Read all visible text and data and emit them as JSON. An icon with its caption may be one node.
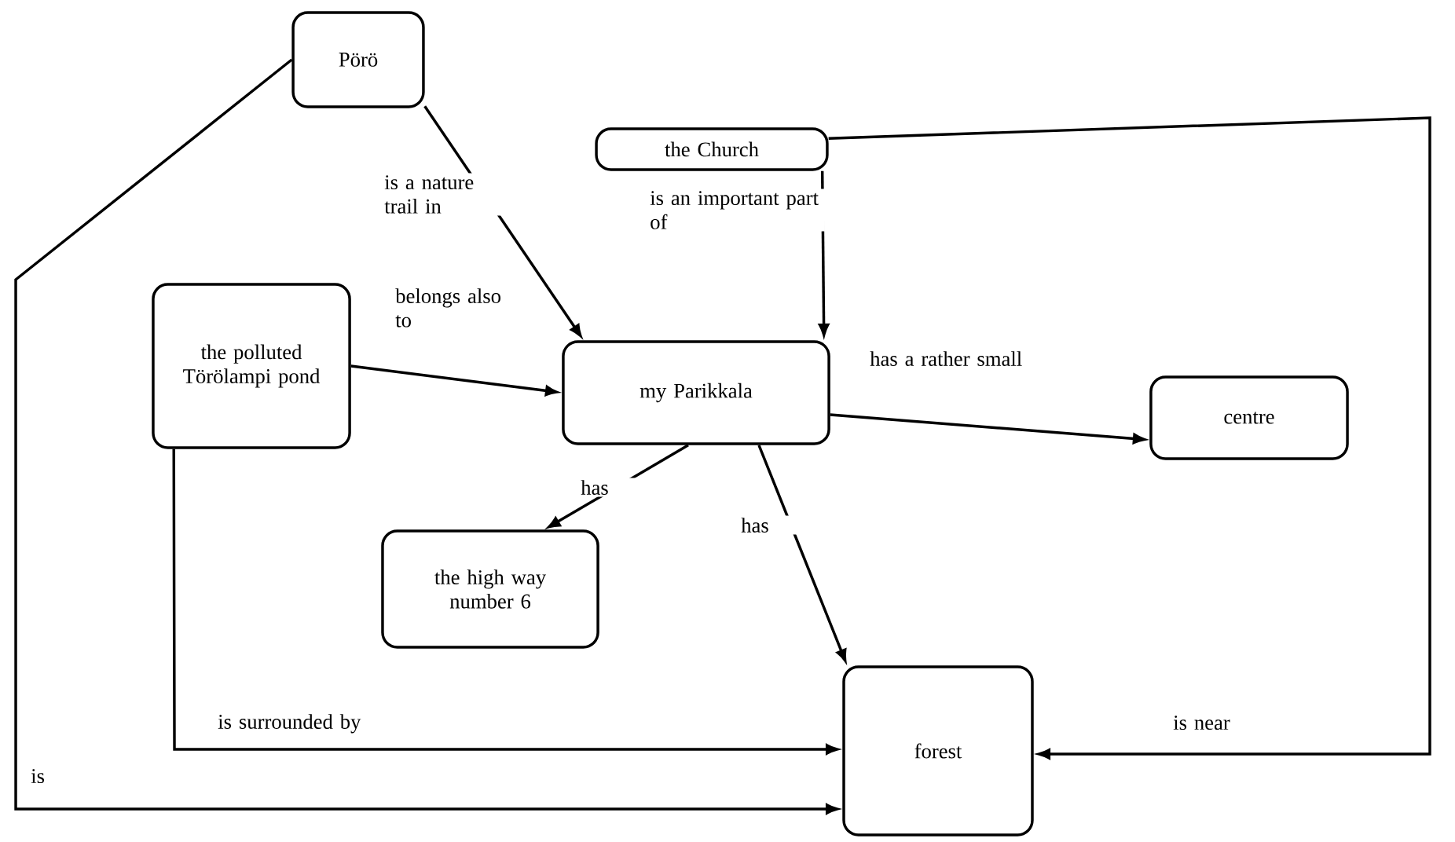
{
  "diagram": {
    "nodes": [
      {
        "text": [
          "Pörö"
        ]
      },
      {
        "text": [
          "the Church"
        ]
      },
      {
        "text": [
          "the polluted Törölampi pond"
        ]
      },
      {
        "text": [
          "my Parikkala"
        ]
      },
      {
        "text": [
          "centre"
        ]
      },
      {
        "text": [
          "the high way number 6"
        ]
      },
      {
        "text": [
          "forest"
        ]
      }
    ],
    "edges": [
      {
        "from": 0,
        "to": 3,
        "arrow": "to",
        "label": "is a nature trail in"
      },
      {
        "from": 0,
        "to": 6,
        "arrow": "to",
        "label": "is"
      },
      {
        "from": 1,
        "to": 3,
        "arrow": "to",
        "label": "is an important part of"
      },
      {
        "from": 1,
        "to": 6,
        "arrow": "to",
        "label": "is near"
      },
      {
        "from": 2,
        "to": 3,
        "arrow": "to",
        "label": "belongs also to"
      },
      {
        "from": 2,
        "to": 6,
        "arrow": "to",
        "label": "is surrounded by"
      },
      {
        "from": 3,
        "to": 4,
        "arrow": "to",
        "label": "has a rather small"
      },
      {
        "from": 3,
        "to": 5,
        "arrow": "to",
        "label": "has"
      },
      {
        "from": 3,
        "to": 6,
        "arrow": "to",
        "label": "has"
      }
    ]
  }
}
